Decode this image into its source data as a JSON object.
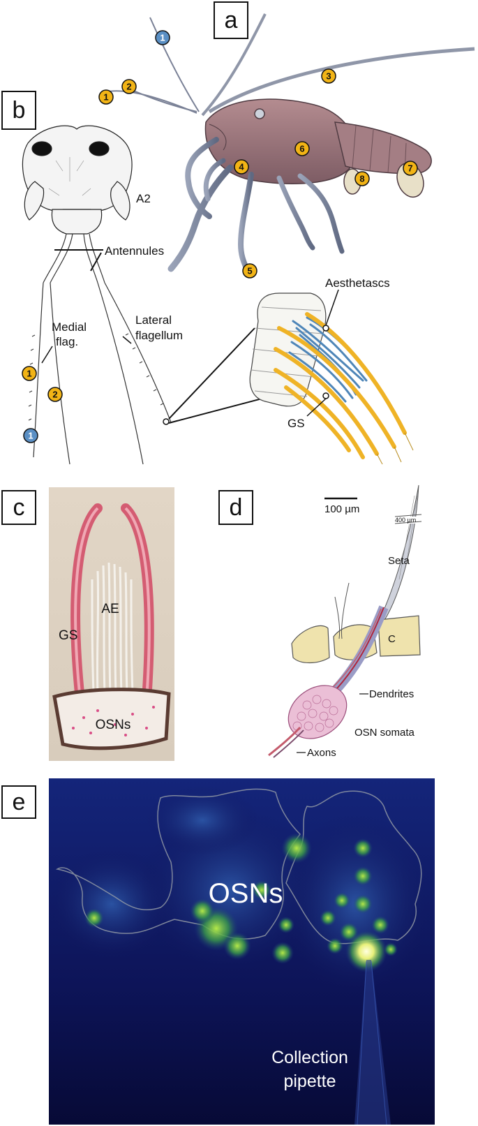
{
  "panels": {
    "a": "a",
    "b": "b",
    "c": "c",
    "d": "d",
    "e": "e"
  },
  "markers": {
    "a_blue_1": "1",
    "a_y1": "1",
    "a_y2": "2",
    "a_y3": "3",
    "a_y4": "4",
    "a_y5": "5",
    "a_y6": "6",
    "a_y7": "7",
    "a_y8": "8",
    "b_y1": "1",
    "b_y2": "2",
    "b_blue_1": "1"
  },
  "labels_b": {
    "a2": "A2",
    "antennules": "Antennules",
    "medial_1": "Medial",
    "medial_2": "flag.",
    "lateral_1": "Lateral",
    "lateral_2": "flagellum",
    "aesthetascs": "Aesthetascs",
    "gs": "GS"
  },
  "labels_c": {
    "ae": "AE",
    "gs": "GS",
    "osns": "OSNs"
  },
  "labels_d": {
    "scale": "100 µm",
    "break": "400 µm",
    "seta": "Seta",
    "c": "C",
    "dendrites": "Dendrites",
    "somata": "OSN somata",
    "axons": "Axons"
  },
  "labels_e": {
    "osns": "OSNs",
    "pipette_1": "Collection",
    "pipette_2": "pipette"
  },
  "colors": {
    "marker_yellow": "#f2b416",
    "marker_blue": "#5a8fc4",
    "aesthetasc_blue": "#4f86b8",
    "guard_seta_yellow": "#efb326",
    "fluorescence_bg": "#10155c"
  }
}
